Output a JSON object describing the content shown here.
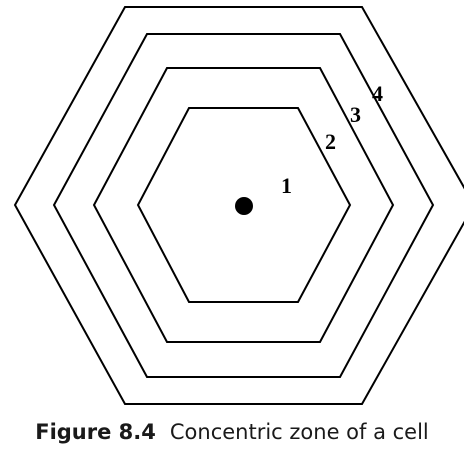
{
  "diagram": {
    "zone_labels": [
      "1",
      "2",
      "3",
      "4"
    ],
    "stroke_color": "#000000",
    "background_color": "#ffffff"
  },
  "caption": {
    "label": "Figure 8.4",
    "text": "Concentric zone of a cell"
  }
}
